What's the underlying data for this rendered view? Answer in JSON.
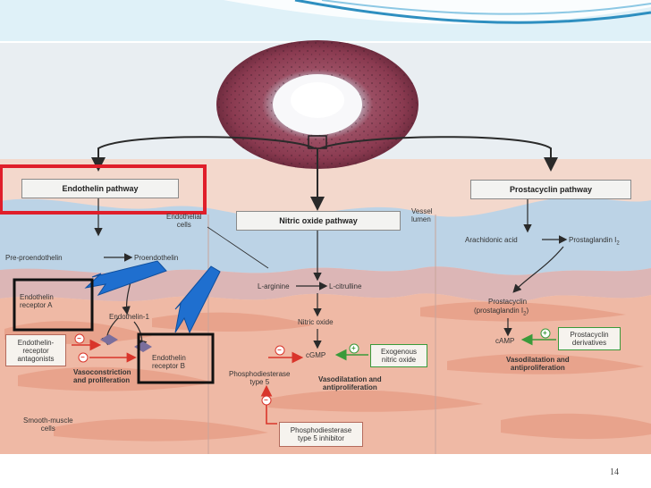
{
  "slide": {
    "page_number": "14"
  },
  "diagram": {
    "pathways": {
      "endothelin": "Endothelin pathway",
      "nitric_oxide": "Nitric oxide pathway",
      "prostacyclin": "Prostacyclin pathway"
    },
    "labels": {
      "endothelial_cells": "Endothelial\ncells",
      "vessel_lumen": "Vessel\nlumen",
      "pre_proendothelin": "Pre-proendothelin",
      "proendothelin": "Proendothelin",
      "endothelin_1": "Endothelin-1",
      "receptor_a": "Endothelin\nreceptor A",
      "receptor_b": "Endothelin\nreceptor B",
      "antagonists": "Endothelin-\nreceptor\nantagonists",
      "vasoconstriction": "Vasoconstriction\nand proliferation",
      "smooth_muscle": "Smooth-muscle\ncells",
      "l_arginine": "L-arginine",
      "l_citrulline": "L-citrulline",
      "nitric_oxide": "Nitric oxide",
      "cgmp": "cGMP",
      "exogenous_no": "Exogenous\nnitric oxide",
      "pde5": "Phosphodiesterase\ntype 5",
      "vasodilatation_mid": "Vasodilatation and\nantiproliferation",
      "pde5_inhibitor": "Phosphodiesterase\ntype 5 inhibitor",
      "arachidonic": "Arachidonic acid",
      "prostaglandin": "Prostaglandin I",
      "prostaglandin_sub": "2",
      "prostacyclin": "Prostacyclin",
      "prostacyclin_pg": "(prostaglandin I",
      "prostacyclin_pg_sub": "2",
      "prostacyclin_pg_close": ")",
      "camp": "cAMP",
      "prostacyclin_derivatives": "Prostacyclin\nderivatives",
      "vasodilatation_right": "Vasodilatation and\nantiproliferation"
    },
    "signs": {
      "plus": "+",
      "minus": "−"
    }
  },
  "colors": {
    "header_band": "#dff1f8",
    "swoosh_blue": "#2e8fc0",
    "highlight_red": "#e01e2a",
    "callout_blue": "#1f6fcf",
    "lumen_blue": "#b9d0e4",
    "tissue_pink": "#f0bfae",
    "muscle": "#e49b86",
    "inhibit_red": "#d9352b",
    "activate_green": "#3a9a3a"
  }
}
